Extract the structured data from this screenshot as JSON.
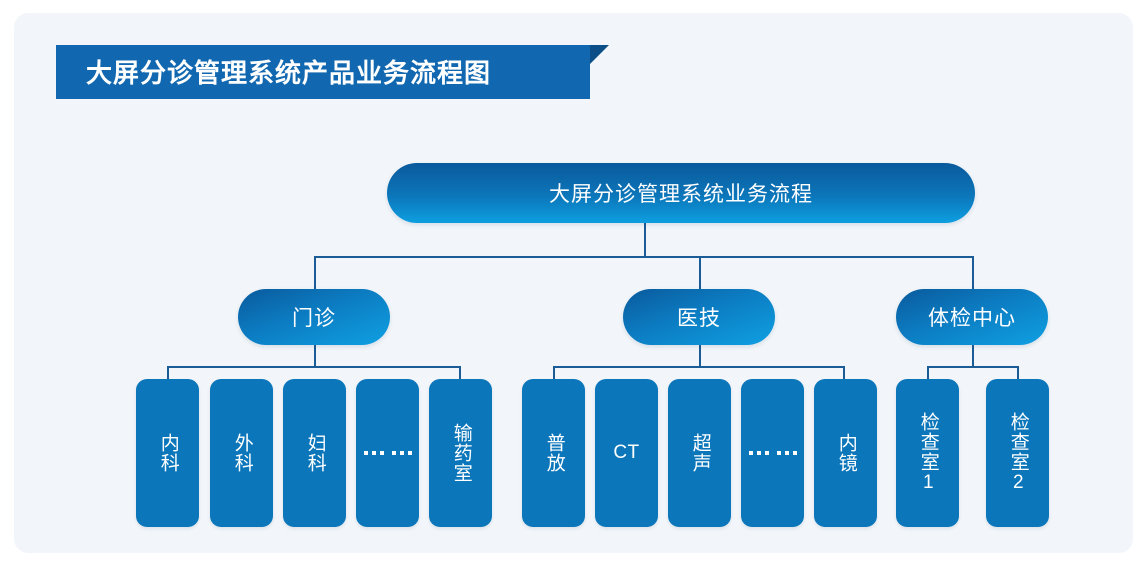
{
  "page": {
    "background": "#ffffff",
    "canvas_color": "#f2f6fa"
  },
  "banner": {
    "title": "大屏分诊管理系统产品业务流程图",
    "background": "#1268b0",
    "fold_color": "#0c4f88",
    "text_color": "#ffffff"
  },
  "diagram": {
    "type": "tree",
    "root": {
      "label": "大屏分诊管理系统业务流程"
    },
    "branches": [
      {
        "label": "门诊",
        "children": [
          {
            "label": "内科",
            "orientation": "vertical"
          },
          {
            "label": "外科",
            "orientation": "vertical"
          },
          {
            "label": "妇科",
            "orientation": "vertical"
          },
          {
            "label": "… …",
            "orientation": "dots"
          },
          {
            "label": "输药室",
            "orientation": "vertical"
          }
        ]
      },
      {
        "label": "医技",
        "children": [
          {
            "label": "普放",
            "orientation": "vertical"
          },
          {
            "label": "CT",
            "orientation": "horizontal"
          },
          {
            "label": "超声",
            "orientation": "vertical"
          },
          {
            "label": "… …",
            "orientation": "dots"
          },
          {
            "label": "内镜",
            "orientation": "vertical"
          }
        ]
      },
      {
        "label": "体检中心",
        "children": [
          {
            "label": "检查室1",
            "orientation": "vertical"
          },
          {
            "label": "检查室2",
            "orientation": "vertical"
          }
        ]
      }
    ],
    "colors": {
      "node_fill": "#0c76ba",
      "node_gradient_top": "#0a5a9c",
      "node_gradient_bottom": "#0d9fe0",
      "connector": "#1b5c96",
      "node_text": "#ffffff"
    }
  }
}
